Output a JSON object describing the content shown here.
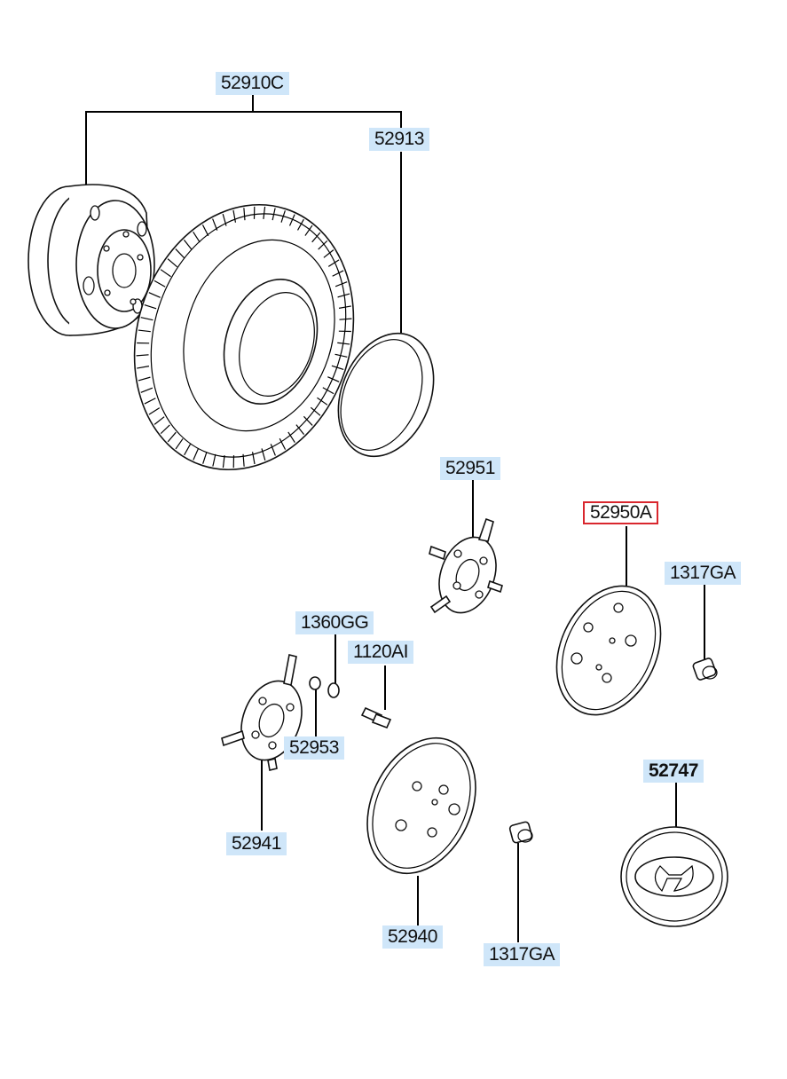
{
  "labels": {
    "p52910C": "52910C",
    "p52913": "52913",
    "p52951": "52951",
    "p52950A": "52950A",
    "p1317GA_top": "1317GA",
    "p1360GG": "1360GG",
    "p1120AI": "1120AI",
    "p52953": "52953",
    "p52941": "52941",
    "p52747": "52747",
    "p52940": "52940",
    "p1317GA_bottom": "1317GA"
  },
  "colors": {
    "label_bg": "#cfe6f9",
    "selected_border": "#d9272e",
    "line": "#000000"
  },
  "selected_part": "52950A"
}
